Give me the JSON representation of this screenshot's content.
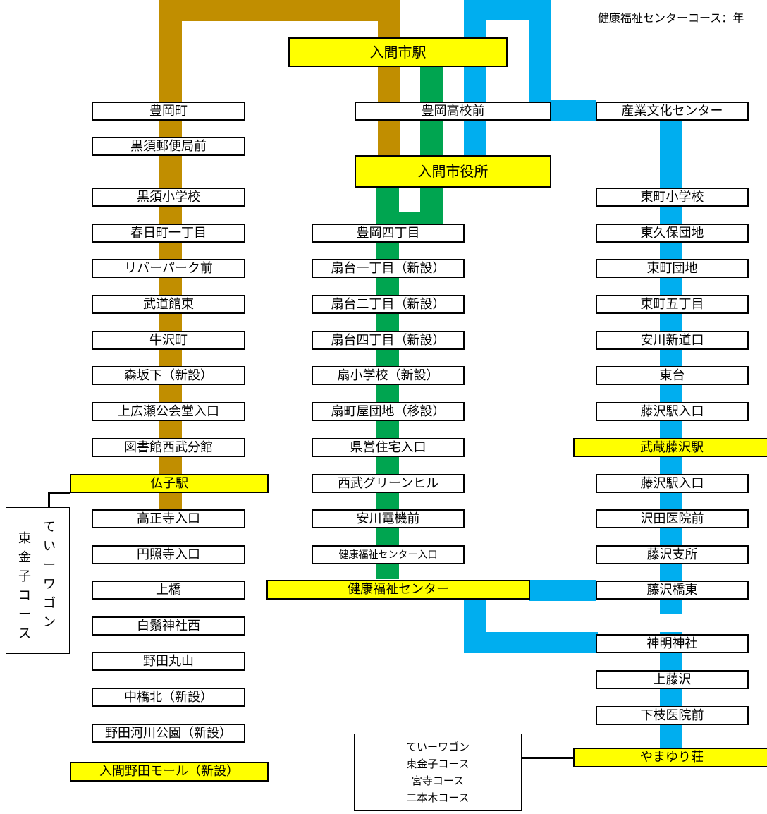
{
  "header_note": "健康福祉センターコース：年",
  "stations": {
    "iruma_shi": "入間市駅",
    "shiyakusho": "入間市役所",
    "bushi": "仏子駅",
    "iruma_noda_mall": "入間野田モール（新設）",
    "kenko_center": "健康福祉センター",
    "musashi_fujisawa": "武蔵藤沢駅",
    "yamayurisou": "やまゆり荘"
  },
  "brown_route_stops": [
    "豊岡町",
    "黒須郵便局前",
    "黒須小学校",
    "春日町一丁目",
    "リバーパーク前",
    "武道館東",
    "牛沢町",
    "森坂下（新設）",
    "上広瀬公会堂入口",
    "図書館西武分館",
    "高正寺入口",
    "円照寺入口",
    "上橋",
    "白鬚神社西",
    "野田丸山",
    "中橋北（新設）",
    "野田河川公園（新設）"
  ],
  "shared_stop": "豊岡高校前",
  "green_route_stops": [
    "豊岡四丁目",
    "扇台一丁目（新設）",
    "扇台二丁目（新設）",
    "扇台四丁目（新設）",
    "扇小学校（新設）",
    "扇町屋団地（移設）",
    "県営住宅入口",
    "西武グリーンヒル",
    "安川電機前",
    "健康福祉センター入口"
  ],
  "blue_route_stops_upper": [
    "産業文化センター",
    "東町小学校",
    "東久保団地",
    "東町団地",
    "東町五丁目",
    "安川新道口",
    "東台",
    "藤沢駅入口"
  ],
  "blue_route_stops_lower": [
    "藤沢駅入口",
    "沢田医院前",
    "藤沢支所",
    "藤沢橋東",
    "神明神社",
    "上藤沢",
    "下枝医院前"
  ],
  "side_note_vertical": {
    "col1": "東金子コース",
    "col2": "ていーワゴン"
  },
  "legend_box": [
    "ていーワゴン",
    "東金子コース",
    "宮寺コース",
    "二本木コース"
  ],
  "colors": {
    "brown_route": "#c18e00",
    "green_route": "#00a550",
    "blue_route": "#00aeef",
    "hub_fill": "#ffff00",
    "stop_fill": "#ffffff",
    "stroke": "#000000"
  }
}
